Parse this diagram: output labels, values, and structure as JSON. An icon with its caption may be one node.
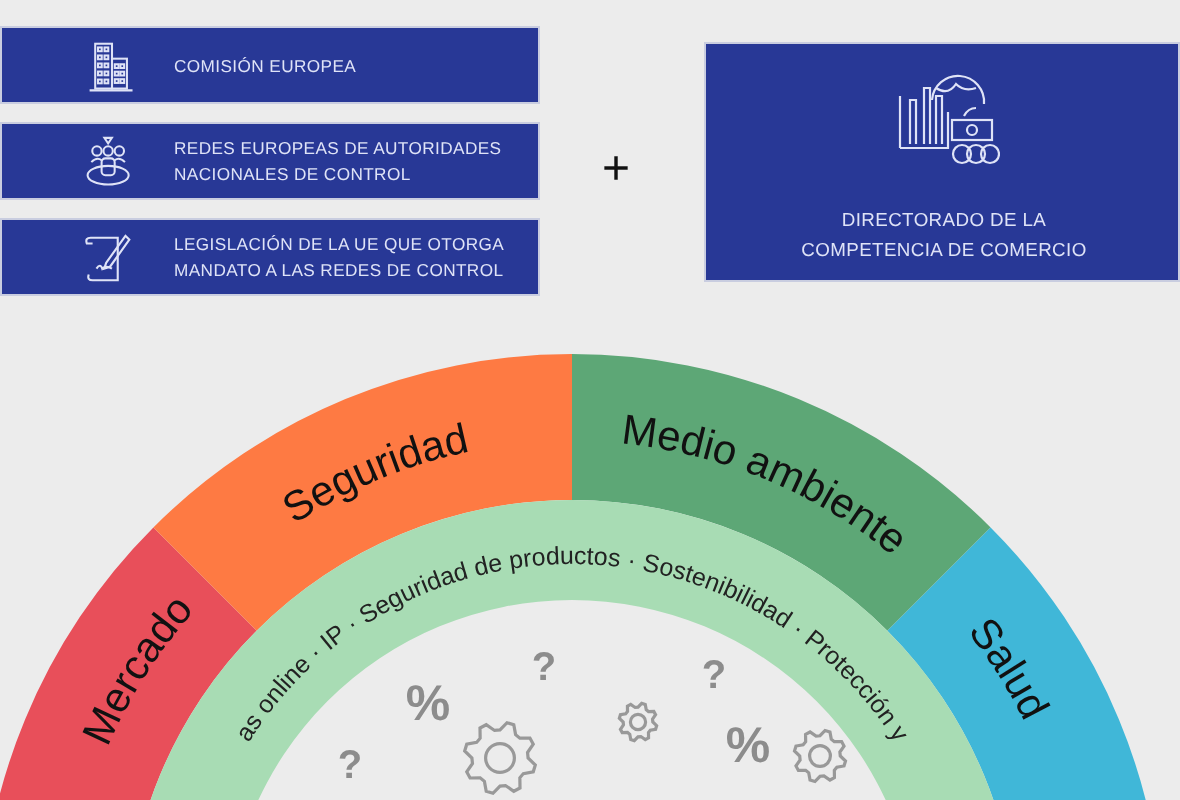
{
  "diagram": {
    "nodes": [
      {
        "text": [
          "COMISIÓN EUROPEA"
        ]
      },
      {
        "text": [
          "REDES EUROPEAS DE AUTORIDADES NACIONALES DE CONTROL"
        ]
      },
      {
        "text": [
          "LEGISLACIÓN DE LA UE QUE OTORGA MANDATO A LAS REDES DE CONTROL"
        ]
      },
      {
        "text": [
          "DIRECTORADO DE LA COMPETENCIA DE COMERCIO"
        ]
      },
      {
        "text": [
          "Mercado"
        ]
      },
      {
        "text": [
          "Seguridad"
        ]
      },
      {
        "text": [
          "Medio ambiente"
        ]
      },
      {
        "text": [
          "Salud"
        ]
      },
      {
        "text": [
          "as online · IP · Seguridad de productos · Sostenibilidad · Protección y"
        ]
      }
    ],
    "labels": [
      "+",
      "?",
      "?",
      "%",
      "%",
      "?"
    ]
  }
}
